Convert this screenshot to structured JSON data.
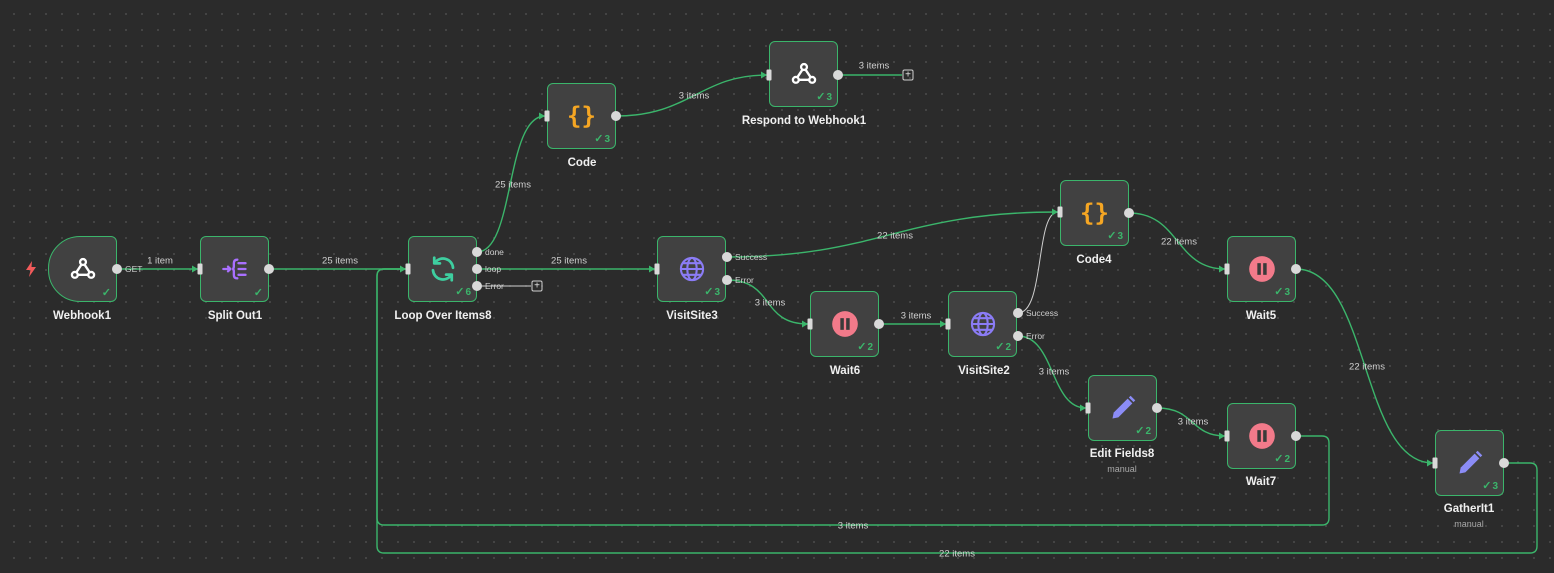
{
  "nodes": {
    "webhook1": {
      "label": "Webhook1",
      "icon": "webhook-icon",
      "count": ""
    },
    "split_out1": {
      "label": "Split Out1",
      "icon": "split-out-icon",
      "count": ""
    },
    "loop_over_items8": {
      "label": "Loop Over Items8",
      "icon": "loop-icon",
      "count": "6"
    },
    "code": {
      "label": "Code",
      "icon": "code-braces-icon",
      "count": "3"
    },
    "respond_to_webhook1": {
      "label": "Respond to Webhook1",
      "icon": "webhook-icon",
      "count": "3"
    },
    "visit_site3": {
      "label": "VisitSite3",
      "icon": "globe-icon",
      "count": "3"
    },
    "wait6": {
      "label": "Wait6",
      "icon": "pause-icon",
      "count": "2"
    },
    "visit_site2": {
      "label": "VisitSite2",
      "icon": "globe-icon",
      "count": "2"
    },
    "code4": {
      "label": "Code4",
      "icon": "code-braces-icon",
      "count": "3"
    },
    "edit_fields8": {
      "label": "Edit Fields8",
      "sublabel": "manual",
      "icon": "pencil-icon",
      "count": "2"
    },
    "wait5": {
      "label": "Wait5",
      "icon": "pause-icon",
      "count": "3"
    },
    "wait7": {
      "label": "Wait7",
      "icon": "pause-icon",
      "count": "2"
    },
    "gatherit1": {
      "label": "GatherIt1",
      "sublabel": "manual",
      "icon": "pencil-icon",
      "count": "3"
    }
  },
  "ports": {
    "webhook_get": "GET",
    "loop_done": "done",
    "loop_loop": "loop",
    "loop_error": "Error",
    "visitsite3_success": "Success",
    "visitsite3_error": "Error",
    "visitsite2_success": "Success",
    "visitsite2_error": "Error"
  },
  "edges": {
    "webhook_split": "1 item",
    "split_loop": "25 items",
    "loop_code": "25 items",
    "code_respond": "3 items",
    "respond_out": "3 items",
    "loop_visit3": "25 items",
    "visit3_code4": "22 items",
    "visit3_wait6": "3 items",
    "wait6_visit2": "3 items",
    "visit2_edit": "3 items",
    "edit_wait7": "3 items",
    "code4_wait5": "22 items",
    "wait5_gather": "22 items",
    "wait7_loop": "3 items",
    "gather_loop": "22 items"
  },
  "colors": {
    "canvas": "#2b2b2b",
    "node_border": "#3bb56b",
    "edge": "#3bb56b",
    "code": "#f5a623",
    "pause": "#f27a8a",
    "globe": "#8b7cf6",
    "pencil": "#8b8cf6",
    "loop": "#3ecfa0",
    "trigger": "#f25a5a"
  }
}
